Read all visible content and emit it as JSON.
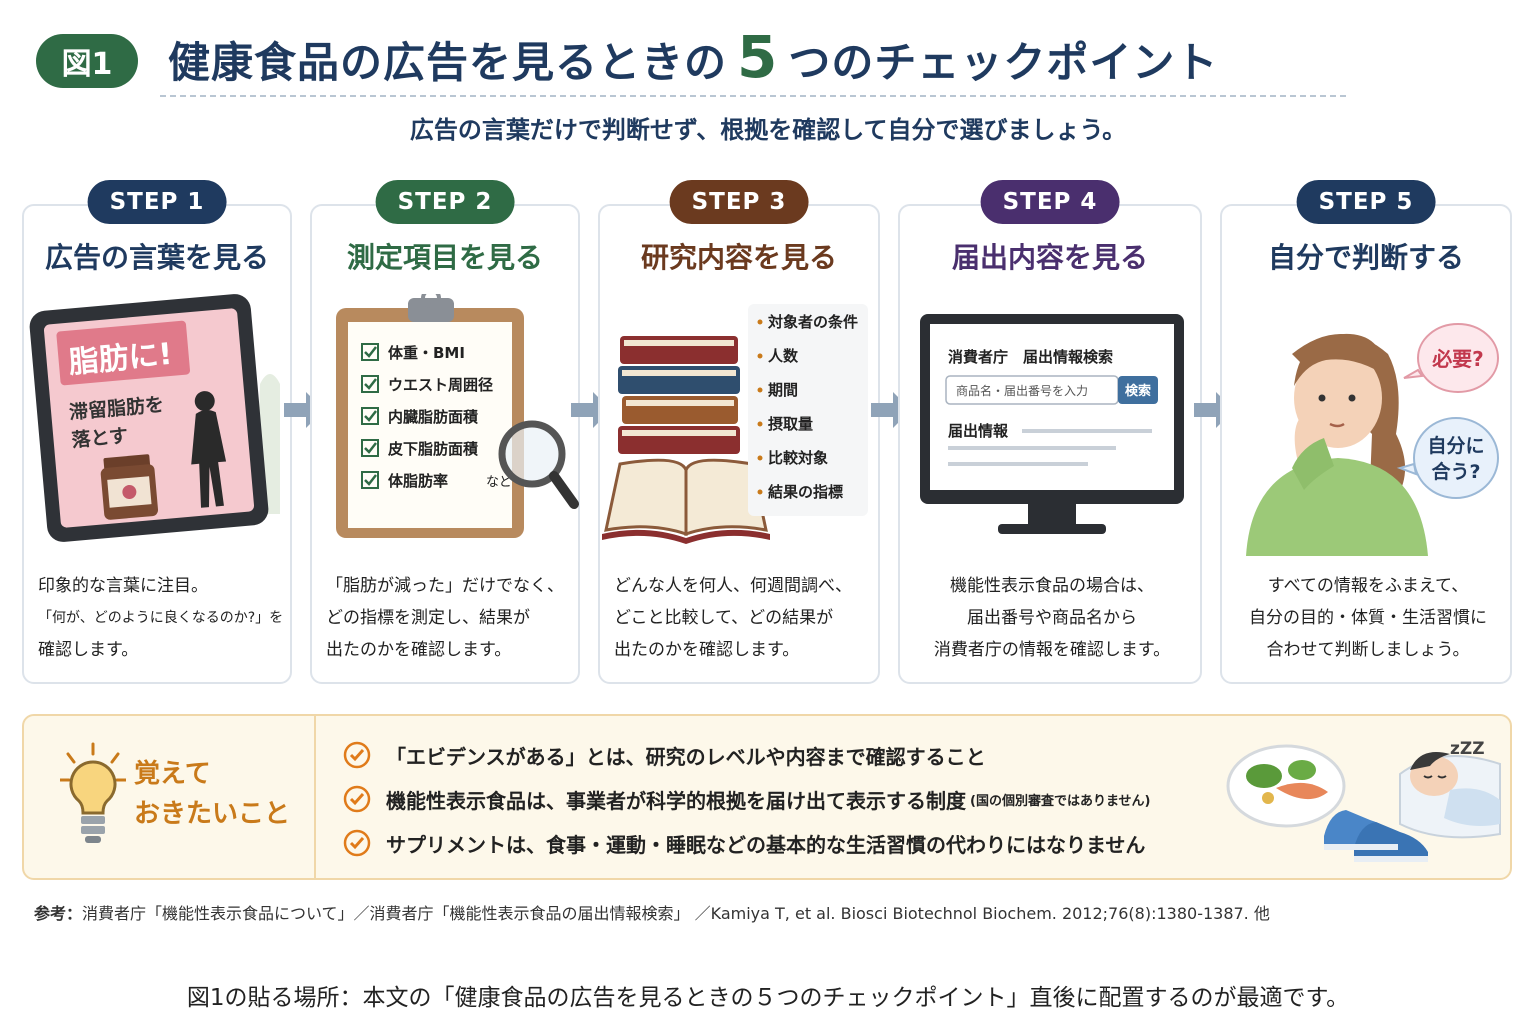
{
  "header": {
    "badge": "図1",
    "title_before": "健康食品の広告を見るときの",
    "title_number": "5",
    "title_after": "つのチェックポイント",
    "subtitle": "広告の言葉だけで判断せず、根拠を確認して自分で選びましょう。"
  },
  "colors": {
    "navy": "#1f3a5f",
    "green": "#2f6b45",
    "brown": "#6b3a1f",
    "purple": "#4a2f6e",
    "accent_orange": "#e07b1a"
  },
  "steps": [
    {
      "label": "STEP 1",
      "title": "広告の言葉を見る",
      "illus": {
        "headline": "脂肪に!",
        "copy_line1": "滞留脂肪を",
        "copy_line2": "落とす"
      },
      "text": [
        "印象的な言葉に注目。",
        "「何が、どのように良くなるのか?」を",
        "確認します。"
      ]
    },
    {
      "label": "STEP 2",
      "title": "測定項目を見る",
      "illus": {
        "items": [
          "体重・BMI",
          "ウエスト周囲径",
          "内臓脂肪面積",
          "皮下脂肪面積",
          "体脂肪率"
        ],
        "etc": "など"
      },
      "text": [
        "「脂肪が減った」だけでなく、",
        "どの指標を測定し、結果が",
        "出たのかを確認します。"
      ]
    },
    {
      "label": "STEP 3",
      "title": "研究内容を見る",
      "illus": {
        "items": [
          "対象者の条件",
          "人数",
          "期間",
          "摂取量",
          "比較対象",
          "結果の指標"
        ]
      },
      "text": [
        "どんな人を何人、何週間調べ、",
        "どこと比較して、どの結果が",
        "出たのかを確認します。"
      ]
    },
    {
      "label": "STEP 4",
      "title": "届出内容を見る",
      "illus": {
        "screen_title": "消費者庁　届出情報検索",
        "search_placeholder": "商品名・届出番号を入力",
        "search_button": "検索",
        "section_label": "届出情報"
      },
      "text": [
        "機能性表示食品の場合は、",
        "届出番号や商品名から",
        "消費者庁の情報を確認します。"
      ]
    },
    {
      "label": "STEP 5",
      "title": "自分で判断する",
      "illus": {
        "bubble1": "必要?",
        "bubble2_line1": "自分に",
        "bubble2_line2": "合う?"
      },
      "text": [
        "すべての情報をふまえて、",
        "自分の目的・体質・生活習慣に",
        "合わせて判断しましょう。"
      ]
    }
  ],
  "memo": {
    "head_line1": "覚えて",
    "head_line2": "おきたいこと",
    "items": [
      {
        "text": "「エビデンスがある」とは、研究のレベルや内容まで確認すること",
        "note": ""
      },
      {
        "text": "機能性表示食品は、事業者が科学的根拠を届け出て表示する制度",
        "note": "(国の個別審査ではありません)"
      },
      {
        "text": "サプリメントは、食事・運動・睡眠などの基本的な生活習慣の代わりにはなりません",
        "note": ""
      }
    ],
    "sleep_mark": "zZZ"
  },
  "reference": {
    "label": "参考：",
    "text": "消費者庁「機能性表示食品について」／消費者庁「機能性表示食品の届出情報検索」 ／Kamiya T, et al. Biosci Biotechnol Biochem. 2012;76(8):1380-1387. 他"
  },
  "footer": "図1の貼る場所：本文の「健康食品の広告を見るときの５つのチェックポイント」直後に配置するのが最適です。"
}
